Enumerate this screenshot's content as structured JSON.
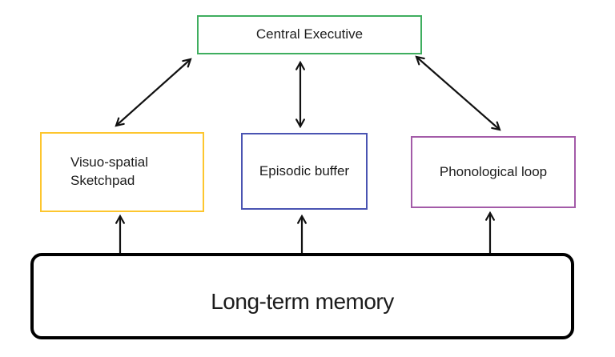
{
  "diagram": {
    "nodes": {
      "central_executive": {
        "label": "Central Executive",
        "border_color": "#3fae5f"
      },
      "visuo_spatial_sketchpad": {
        "label_line1": "Visuo-spatial",
        "label_line2": "Sketchpad",
        "border_color": "#fdc62e"
      },
      "episodic_buffer": {
        "label": "Episodic buffer",
        "border_color": "#4a54b2"
      },
      "phonological_loop": {
        "label": "Phonological loop",
        "border_color": "#a35ba8"
      },
      "long_term_memory": {
        "label": "Long-term memory",
        "border_color": "#000000"
      }
    },
    "arrow_color": "#111111",
    "connections": [
      {
        "from": "central_executive",
        "to": "visuo_spatial_sketchpad",
        "style": "double-headed-arrow"
      },
      {
        "from": "central_executive",
        "to": "episodic_buffer",
        "style": "double-headed-arrow"
      },
      {
        "from": "central_executive",
        "to": "phonological_loop",
        "style": "double-headed-arrow"
      },
      {
        "from": "visuo_spatial_sketchpad",
        "to": "long_term_memory",
        "style": "double-headed-arrow"
      },
      {
        "from": "episodic_buffer",
        "to": "long_term_memory",
        "style": "double-headed-arrow"
      },
      {
        "from": "phonological_loop",
        "to": "long_term_memory",
        "style": "double-headed-arrow"
      }
    ]
  }
}
